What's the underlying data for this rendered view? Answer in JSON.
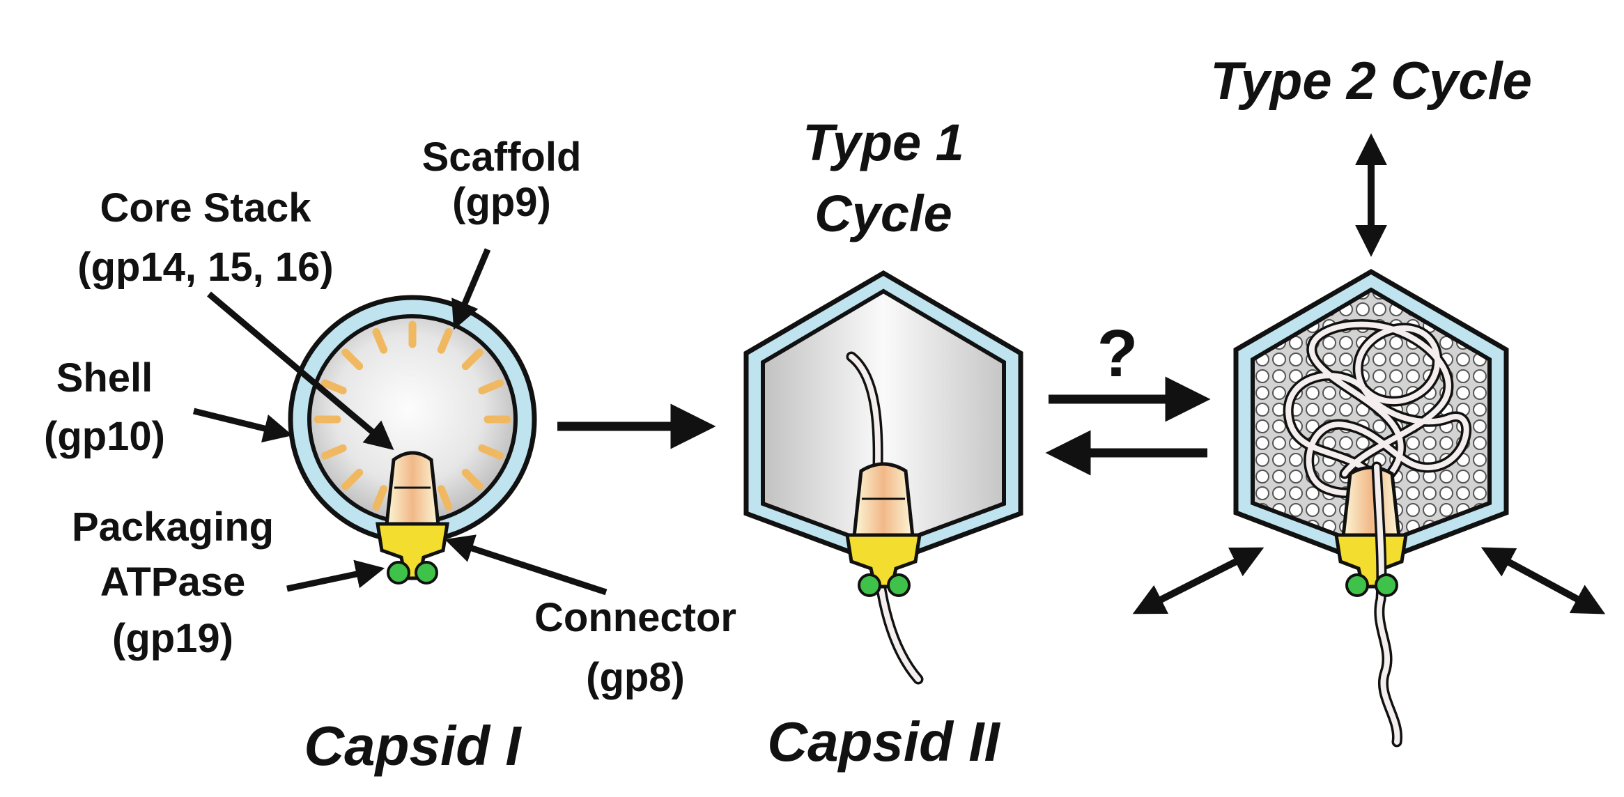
{
  "labels": {
    "scaffold": "Scaffold",
    "scaffold_gp": "(gp9)",
    "core_stack": "Core Stack",
    "core_stack_gp": "(gp14, 15, 16)",
    "shell": "Shell",
    "shell_gp": "(gp10)",
    "packaging": "Packaging",
    "atpase": "ATPase",
    "atpase_gp": "(gp19)",
    "connector": "Connector",
    "connector_gp": "(gp8)"
  },
  "titles": {
    "type1_line1": "Type 1",
    "type1_line2": "Cycle",
    "type2": "Type 2 Cycle",
    "capsid1": "Capsid I",
    "capsid2": "Capsid II",
    "question": "?"
  },
  "colors": {
    "shell": "#bfe4ef",
    "outline": "#111111",
    "scaffold": "#f0b860",
    "core": "#f4c89a",
    "core_light": "#fbf4cc",
    "connector": "#f3dd2e",
    "atpase": "#3fc24a",
    "dna": "#f4eeee"
  }
}
